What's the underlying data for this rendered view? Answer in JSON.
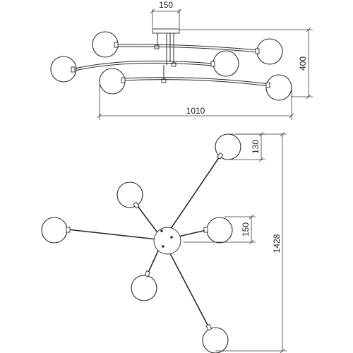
{
  "dimensions": {
    "canopy_width": "150",
    "side_height": "400",
    "side_width": "1010",
    "globe_diameter": "130",
    "globe_spacing": "150",
    "top_length": "1428"
  },
  "colors": {
    "line": "#2b2b2b",
    "background": "#ffffff"
  }
}
